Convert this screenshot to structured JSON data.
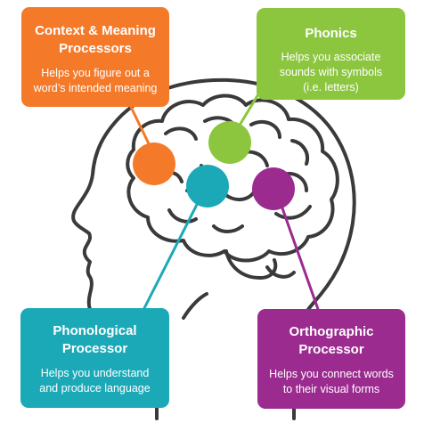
{
  "colors": {
    "orange": "#f47a2a",
    "green": "#8cc63f",
    "teal": "#1ba9b8",
    "purple": "#9b2b8f",
    "outline": "#3a3a3a"
  },
  "icons": {
    "head": "human-head-silhouette-icon",
    "brain": "brain-icon"
  },
  "boxes": {
    "context": {
      "title_line1": "Context & Meaning",
      "title_line2": "Processors",
      "desc_line1": "Helps you figure out a",
      "desc_line2": "word’s intended meaning"
    },
    "phonics": {
      "title_line1": "Phonics",
      "desc_line1": "Helps you associate",
      "desc_line2": "sounds with symbols",
      "desc_line3": "(i.e. letters)"
    },
    "phonological": {
      "title_line1": "Phonological",
      "title_line2": "Processor",
      "desc_line1": "Helps you understand",
      "desc_line2": "and produce language"
    },
    "orthographic": {
      "title_line1": "Orthographic",
      "title_line2": "Processor",
      "desc_line1": "Helps you connect words",
      "desc_line2": "to their visual forms"
    }
  }
}
